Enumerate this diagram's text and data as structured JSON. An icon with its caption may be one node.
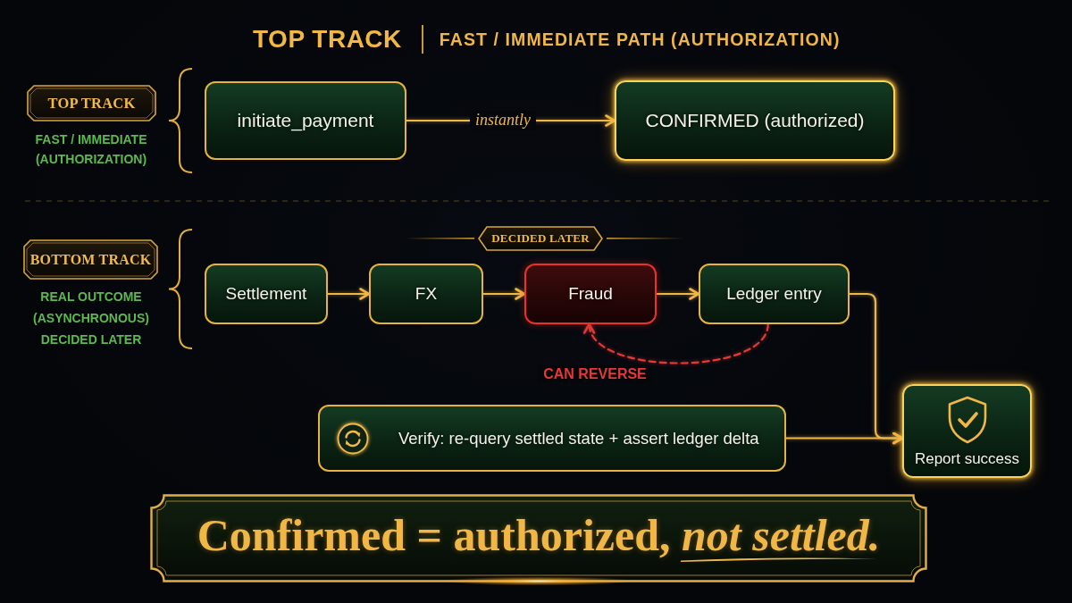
{
  "diagram": {
    "title": "TOP TRACK",
    "nodes": [
      {
        "text": [
          "TOP TRACK"
        ],
        "beside": [
          "FAST / IMMEDIATE (AUTHORIZATION)"
        ]
      },
      {
        "text": [
          "initiate_payment"
        ]
      },
      {
        "text": [
          "CONFIRMED (authorized)"
        ]
      },
      {
        "text": [
          "BOTTOM TRACK"
        ],
        "beside": [
          "REAL OUTCOME (ASYNCHRONOUS) DECIDED LATER"
        ]
      },
      {
        "text": [
          "DECIDED LATER"
        ]
      },
      {
        "text": [
          "Settlement"
        ]
      },
      {
        "text": [
          "FX"
        ]
      },
      {
        "text": [
          "Fraud"
        ]
      },
      {
        "text": [
          "Ledger entry"
        ]
      },
      {
        "text": [
          "Verify: re-query settled state + assert ledger delta"
        ]
      },
      {
        "text": [
          "Report success"
        ]
      },
      {
        "text": [
          "Confirmed = authorized, *not settled.*"
        ]
      }
    ],
    "edges": [
      {
        "from": 1,
        "to": 2,
        "arrow": "to",
        "label": "instantly"
      },
      {
        "from": 5,
        "to": 6,
        "arrow": "to"
      },
      {
        "from": 6,
        "to": 7,
        "arrow": "to"
      },
      {
        "from": 7,
        "to": 8,
        "arrow": "to"
      },
      {
        "from": 8,
        "to": 7,
        "arrow": "to",
        "style": "dashed",
        "color": "#e53935",
        "label": "CAN REVERSE"
      },
      {
        "from": 8,
        "to": 10,
        "arrow": "to"
      },
      {
        "from": 9,
        "to": 10,
        "arrow": "to"
      }
    ],
    "labels": [
      "FAST / IMMEDIATE PATH (AUTHORIZATION)"
    ]
  }
}
